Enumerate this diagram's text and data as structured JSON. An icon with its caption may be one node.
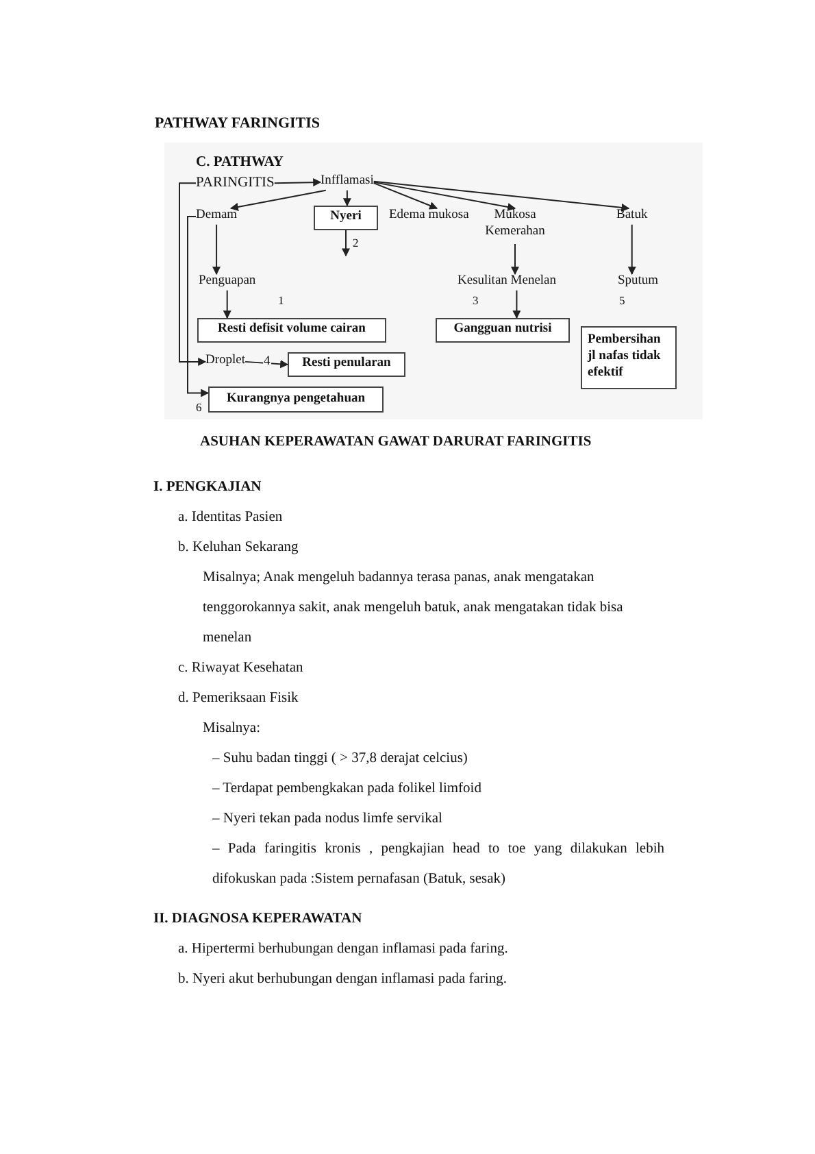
{
  "diagram": {
    "title": "PATHWAY FARINGITIS",
    "nodes": [
      {
        "text": [
          "PARINGITIS"
        ]
      },
      {
        "text": [
          "Infflamasi"
        ]
      },
      {
        "text": [
          "Demam"
        ]
      },
      {
        "text": [
          "Nyeri"
        ]
      },
      {
        "text": [
          "Edema mukosa"
        ]
      },
      {
        "text": [
          "Mukosa Kemerahan"
        ]
      },
      {
        "text": [
          "Batuk"
        ]
      },
      {
        "text": [
          "Penguapan"
        ]
      },
      {
        "text": [
          "Kesulitan Menelan"
        ]
      },
      {
        "text": [
          "Sputum"
        ]
      },
      {
        "text": [
          "Resti defisit volume cairan"
        ]
      },
      {
        "text": [
          "Gangguan nutrisi"
        ]
      },
      {
        "text": [
          "Pembersihan jl nafas tidak efektif"
        ]
      },
      {
        "text": [
          "Droplet"
        ]
      },
      {
        "text": [
          "Resti penularan"
        ]
      },
      {
        "text": [
          "Kurangnya pengetahuan"
        ]
      },
      {
        "text": [
          "2"
        ]
      }
    ],
    "edges": [
      {
        "from": 0,
        "to": 1,
        "arrow": "to"
      },
      {
        "from": 1,
        "to": 2,
        "arrow": "to"
      },
      {
        "from": 1,
        "to": 3,
        "arrow": "to"
      },
      {
        "from": 1,
        "to": 4,
        "arrow": "to"
      },
      {
        "from": 1,
        "to": 5,
        "arrow": "to"
      },
      {
        "from": 1,
        "to": 6,
        "arrow": "to"
      },
      {
        "from": 3,
        "to": 16,
        "arrow": "to"
      },
      {
        "from": 2,
        "to": 7,
        "arrow": "to"
      },
      {
        "from": 7,
        "to": 10,
        "arrow": "to"
      },
      {
        "from": 5,
        "to": 8,
        "arrow": "to"
      },
      {
        "from": 8,
        "to": 11,
        "arrow": "to"
      },
      {
        "from": 6,
        "to": 9,
        "arrow": "to"
      },
      {
        "from": 0,
        "to": 13,
        "arrow": "to"
      },
      {
        "from": 2,
        "to": 15,
        "arrow": "to"
      },
      {
        "from": 13,
        "to": 14,
        "arrow": "to",
        "label": "4"
      }
    ],
    "labels": [
      "C. PATHWAY",
      "1",
      "3",
      "5",
      "6",
      "ASUHAN KEPERAWATAN GAWAT DARURAT FARINGITIS",
      "I. PENGKAJIAN",
      "a. Identitas Pasien",
      "b. Keluhan Sekarang",
      "Misalnya; Anak mengeluh badannya terasa panas, anak mengatakan tenggorokannya sakit, anak mengeluh batuk, anak mengatakan tidak bisa menelan",
      "c. Riwayat Kesehatan",
      "d. Pemeriksaan Fisik",
      "Misalnya:",
      "– Suhu badan tinggi ( > 37,8 derajat celcius)",
      "– Terdapat pembengkakan pada folikel limfoid",
      "– Nyeri tekan pada nodus limfe servikal",
      "– Pada faringitis kronis , pengkajian head to toe yang dilakukan lebih difokuskan pada :Sistem pernafasan (Batuk, sesak)",
      "II. DIAGNOSA KEPERAWATAN",
      "a. Hipertermi berhubungan dengan inflamasi pada faring.",
      "b. Nyeri akut berhubungan dengan inflamasi pada faring."
    ]
  }
}
